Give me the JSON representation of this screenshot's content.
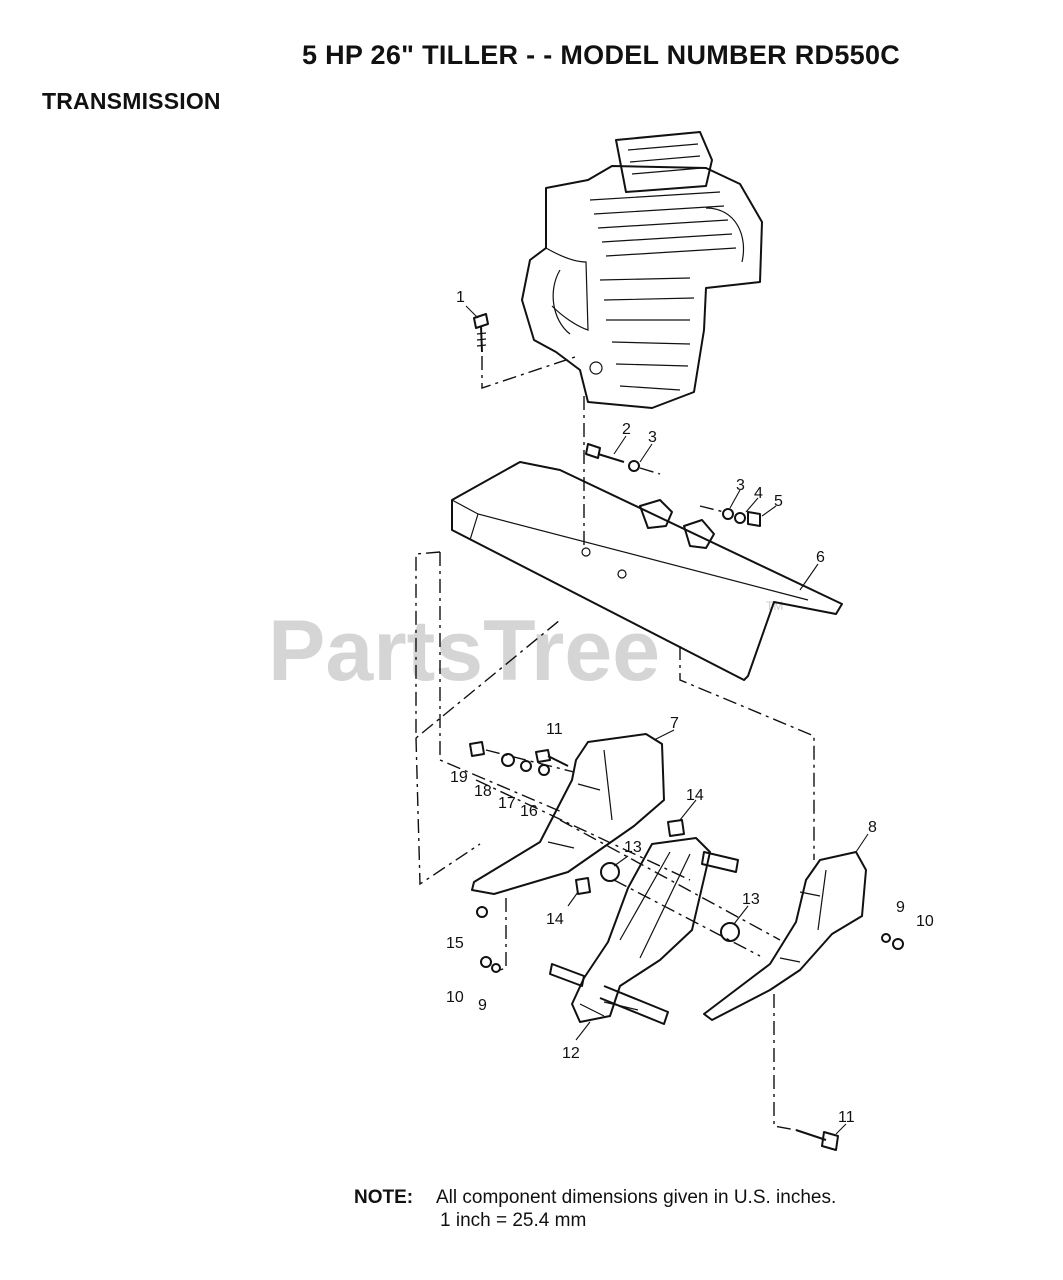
{
  "header": {
    "title": "5 HP  26\" TILLER - - MODEL NUMBER RD550C",
    "section": "TRANSMISSION"
  },
  "watermark": {
    "text": "PartsTree",
    "trademark": "TM"
  },
  "callouts": {
    "c1": "1",
    "c2": "2",
    "c3a": "3",
    "c3b": "3",
    "c4": "4",
    "c5": "5",
    "c6": "6",
    "c7": "7",
    "c8": "8",
    "c9a": "9",
    "c9b": "9",
    "c10a": "10",
    "c10b": "10",
    "c11a": "11",
    "c11b": "11",
    "c12": "12",
    "c13a": "13",
    "c13b": "13",
    "c14a": "14",
    "c14b": "14",
    "c15": "15",
    "c16": "16",
    "c17": "17",
    "c18": "18",
    "c19": "19"
  },
  "note": {
    "label": "NOTE:",
    "line1": "All component dimensions given in U.S. inches.",
    "line2": "1 inch = 25.4 mm"
  }
}
